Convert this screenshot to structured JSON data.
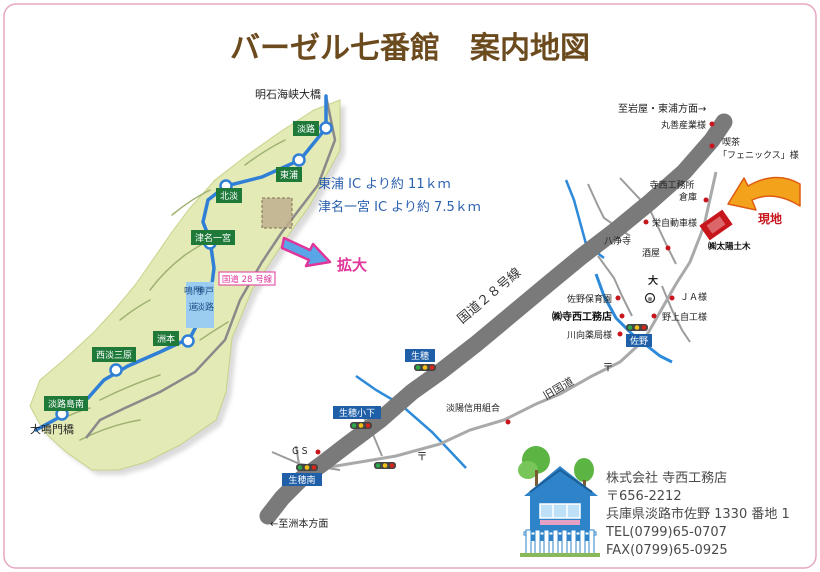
{
  "title": "バーゼル七番館　案内地図",
  "colors": {
    "title": "#6b4a1e",
    "island": "#e4eab6",
    "island_edge": "#c9d28a",
    "hill": "#9fb271",
    "river": "#2c8ad9",
    "river_light": "#9bcdf0",
    "expressway": "#2f7fd6",
    "road_gray": "#8a8a8a",
    "route28": "#7a7a7a",
    "station_green": "#1f7a3a",
    "ic_label_blue": "#2a5fae",
    "arrow_pink": "#e0359a",
    "arrow_orange": "#f3a21b",
    "genchi_red": "#c8161d",
    "dot_red": "#c8161d"
  },
  "overview": {
    "bridge_top": "明石海峡大橋",
    "bridge_bottom": "大鳴門橋",
    "stations": [
      "淡路",
      "東浦",
      "北淡",
      "津名一宮",
      "洲本",
      "西淡三原",
      "淡路島南"
    ],
    "route28_label": "国道 28 号線",
    "kobe_awaji_road": [
      "神戸",
      "淡路",
      "鳴門",
      "道"
    ],
    "distance_1": "東浦 IC より約 11ｋｍ",
    "distance_2": "津名一宮 IC より約 7.5ｋｍ",
    "zoom_label": "拡大"
  },
  "detail": {
    "to_iwaya": "至岩屋・東浦方面→",
    "to_sumoto": "←至洲本方面",
    "route28_label": "国道２８号線",
    "old_road_label": "旧国道",
    "signals": [
      "生穂",
      "生穂小下",
      "生穂南",
      "佐野"
    ],
    "places": {
      "marusen": "丸善産業様",
      "cafe_1": "喫茶",
      "cafe_2": "「フェニックス」様",
      "teranishi_warehouse_1": "寺西工務所",
      "teranishi_warehouse_2": "倉庫",
      "eiji": "栄自動車様",
      "hachijo": "八浄寺",
      "sakaya": "酒屋",
      "ja": "ＪＡ様",
      "sano_hoikuen": "佐野保育園",
      "teranishi_store": "㈱寺西工務店",
      "kawamukai": "川向薬局様",
      "nojo": "野上自工様",
      "awaji_shinkumi": "淡陽信用組合",
      "gs": "ＧＳ",
      "dai": "大",
      "post": "〒",
      "jonan": "㈱太陽土木"
    },
    "genchi": "現地"
  },
  "company": {
    "name": "株式会社 寺西工務店",
    "zip": "〒656-2212",
    "address": "兵庫県淡路市佐野 1330 番地 1",
    "tel": "TEL(0799)65-0707",
    "fax": "FAX(0799)65-0925"
  }
}
